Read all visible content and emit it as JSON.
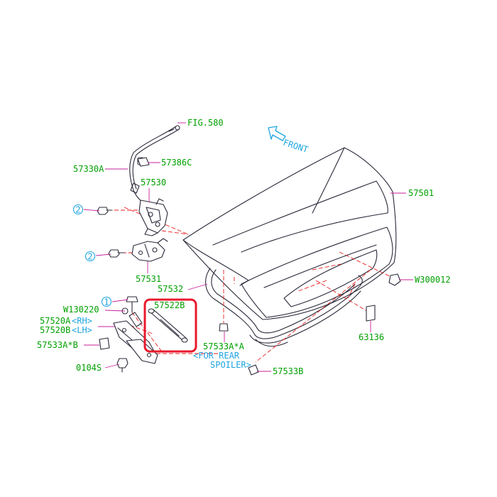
{
  "labels": {
    "fig580": "FIG.580",
    "p57386c": "57386C",
    "p57330a": "57330A",
    "p57530": "57530",
    "p57501": "57501",
    "p57531": "57531",
    "p57532": "57532",
    "pW300012": "W300012",
    "pW130220": "W130220",
    "p57522b": "57522B",
    "p57520a": "57520A",
    "rh": "<RH>",
    "p57520b": "57520B",
    "lh": "<LH>",
    "p57533a_b": "57533A*B",
    "p57533a_a": "57533A*A",
    "for_rear": "<FOR REAR",
    "spoiler": "SPOILER>",
    "p63136": "63136",
    "p0104s": "0104S",
    "p57533b": "57533B",
    "front": "FRONT"
  },
  "callouts": {
    "c1": "1",
    "c2a": "2",
    "c2b": "2"
  },
  "colors": {
    "label": "#00a000",
    "callout": "#1ea5e0",
    "dashed_line": "#e81e1e",
    "leader": "#c8209a",
    "highlight": "#e8192c"
  }
}
